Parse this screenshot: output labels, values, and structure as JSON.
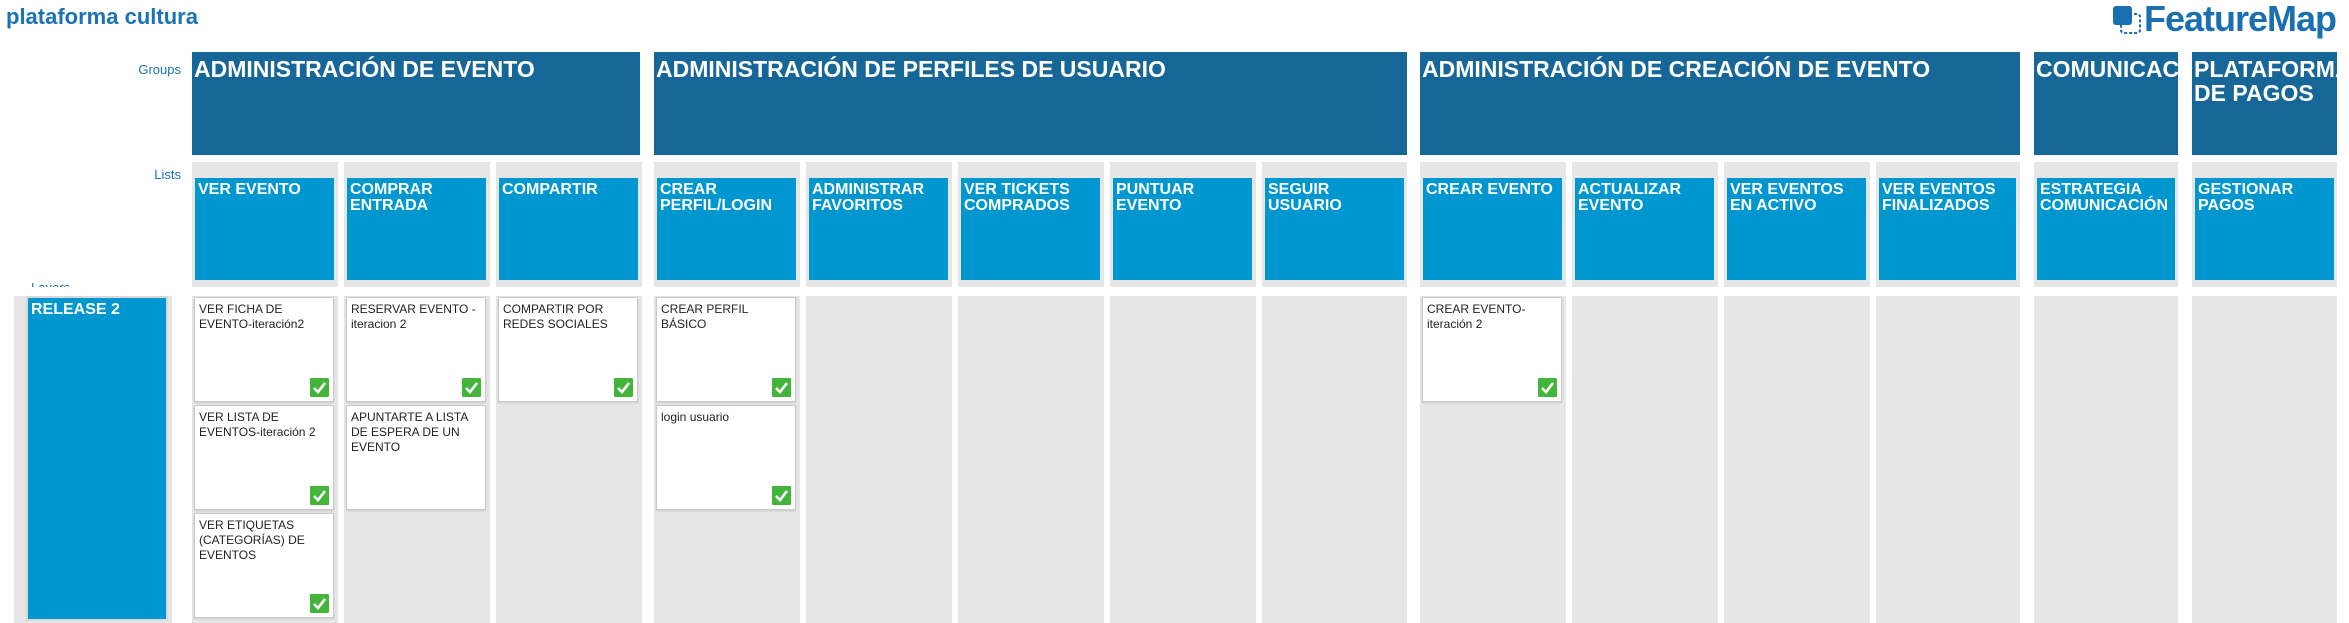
{
  "app": {
    "title": "plataforma cultura",
    "brand": "FeatureMap"
  },
  "labels": {
    "groups": "Groups",
    "lists": "Lists",
    "layers": "Layers"
  },
  "colors": {
    "group_bg": "#166798",
    "list_bg": "#0097d0",
    "check": "#43b53a",
    "column_bg": "#e6e6e6"
  },
  "groups": [
    "ADMINISTRACIÓN DE EVENTO",
    "ADMINISTRACIÓN DE PERFILES DE USUARIO",
    "ADMINISTRACIÓN DE CREACIÓN DE EVENTO",
    "COMUNICACIÓN",
    "PLATAFORMA DE PAGOS"
  ],
  "lists": [
    "VER EVENTO",
    "COMPRAR ENTRADA",
    "COMPARTIR",
    "CREAR PERFIL/LOGIN",
    "ADMINISTRAR FAVORITOS",
    "VER TICKETS COMPRADOS",
    "PUNTUAR EVENTO",
    "SEGUIR USUARIO",
    "CREAR EVENTO",
    "ACTUALIZAR EVENTO",
    "VER EVENTOS EN ACTIVO",
    "VER EVENTOS FINALIZADOS",
    "ESTRATEGIA COMUNICACIÓN",
    "GESTIONAR PAGOS"
  ],
  "layers": [
    {
      "name": "RELEASE 2"
    }
  ],
  "cards": [
    {
      "text": "VER FICHA DE EVENTO-iteración2",
      "done": true
    },
    {
      "text": "VER LISTA DE EVENTOS-iteración 2",
      "done": true
    },
    {
      "text": "VER ETIQUETAS (CATEGORÍAS) DE EVENTOS",
      "done": true
    },
    {
      "text": "RESERVAR EVENTO - iteracion 2",
      "done": true
    },
    {
      "text": "APUNTARTE A LISTA DE ESPERA DE UN EVENTO",
      "done": false
    },
    {
      "text": "COMPARTIR POR REDES SOCIALES",
      "done": true
    },
    {
      "text": "CREAR PERFIL BÁSICO",
      "done": true
    },
    {
      "text": "login usuario",
      "done": true
    },
    {
      "text": "CREAR EVENTO-iteración 2",
      "done": true
    }
  ]
}
